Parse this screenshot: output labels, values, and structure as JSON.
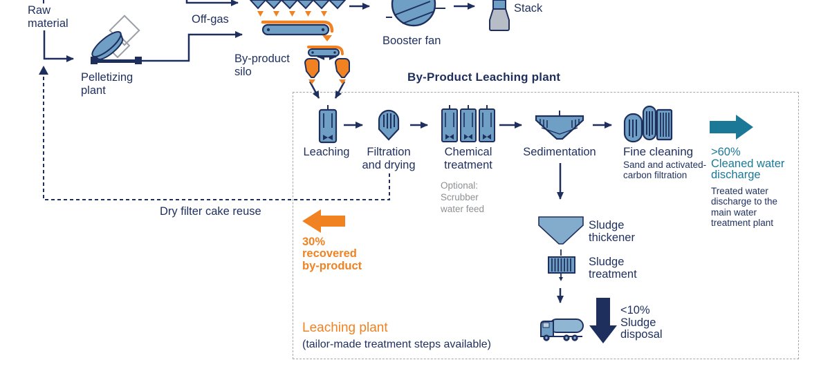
{
  "colors": {
    "navy": "#1e2f5d",
    "icon_blue": "#6f9fc4",
    "light_blue": "#8fb6d3",
    "teal": "#1b7897",
    "orange": "#f08222",
    "gray_text": "#8d9093",
    "gray_line": "#a3a7ab",
    "stack_gray": "#b7bdc6"
  },
  "upper": {
    "raw_material": "Raw\nmaterial",
    "pelletizing_plant": "Pelletizing\nplant",
    "off_gas": "Off-gas",
    "by_product_silo": "By-product\nsilo",
    "booster_fan": "Booster fan",
    "stack": "Stack"
  },
  "recycle": {
    "dry_filter_cake": "Dry filter cake reuse",
    "recovered": "30%\nrecovered\nby-product"
  },
  "leaching_plant": {
    "title": "By-Product Leaching plant",
    "steps": [
      {
        "label": "Leaching"
      },
      {
        "label": "Filtration\nand drying"
      },
      {
        "label": "Chemical\ntreatment",
        "note": "Optional:\nScrubber\nwater feed"
      },
      {
        "label": "Sedimentation"
      },
      {
        "label": "Fine cleaning",
        "note": "Sand and activated-\ncarbon filtration"
      }
    ],
    "water": {
      "headline": ">60%\nCleaned water\ndischarge",
      "note": "Treated water\ndischarge to the\nmain water\ntreatment plant"
    },
    "sludge": {
      "thickener": "Sludge\nthickener",
      "treatment": "Sludge\ntreatment",
      "disposal": "<10%\nSludge\ndisposal"
    },
    "footer": {
      "name": "Leaching plant",
      "note": "(tailor-made treatment steps available)"
    }
  }
}
